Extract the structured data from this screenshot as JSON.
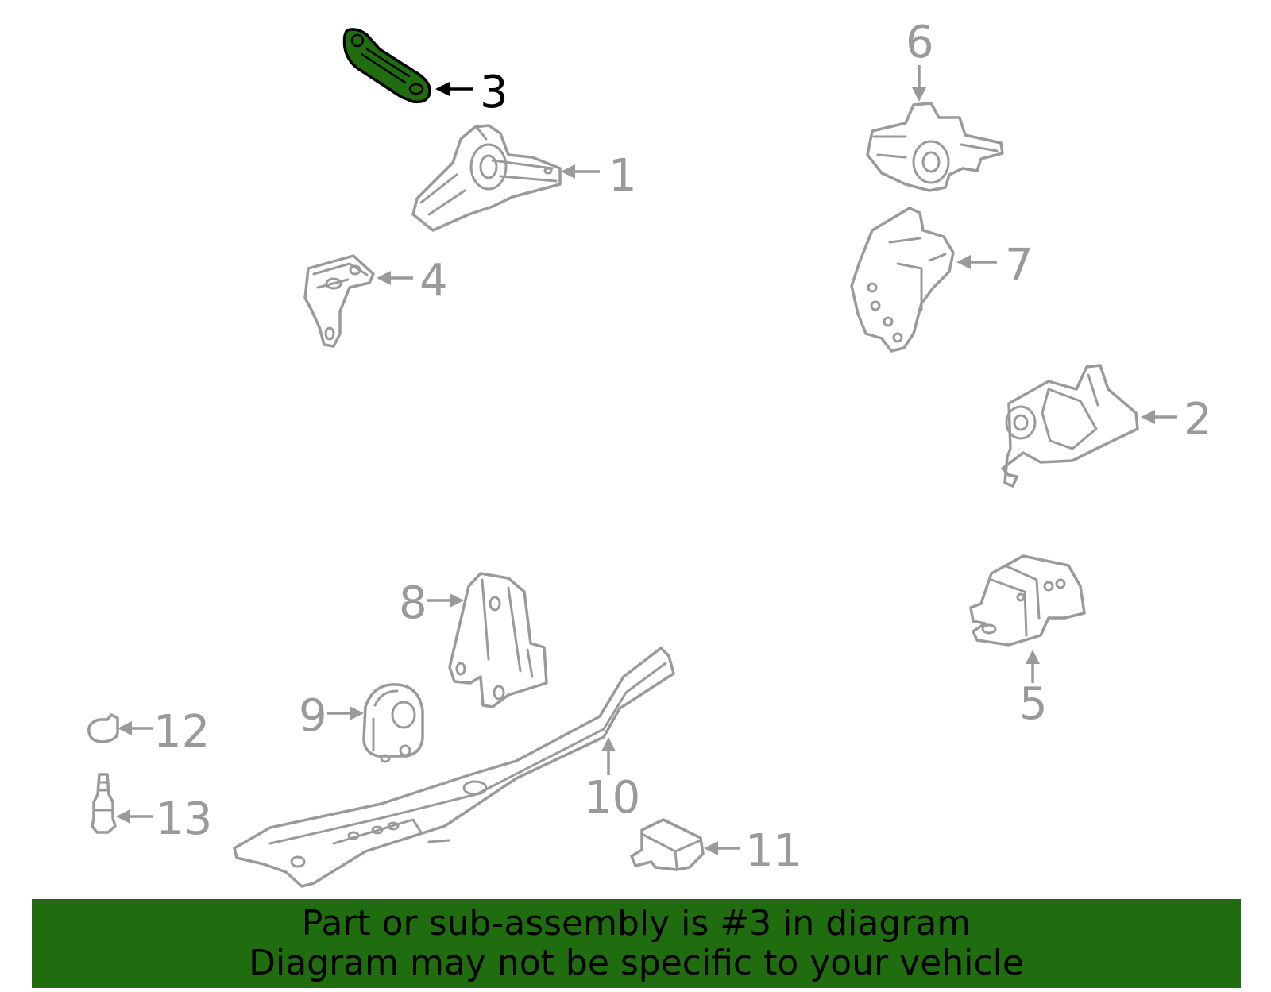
{
  "diagram": {
    "highlighted_part": "3",
    "highlight_color": "#1f6d0f",
    "callouts": [
      "1",
      "2",
      "3",
      "4",
      "5",
      "6",
      "7",
      "8",
      "9",
      "10",
      "11",
      "12",
      "13"
    ]
  },
  "banner": {
    "background_color": "#1f6d0f",
    "line1": "Part or sub-assembly is #3 in diagram",
    "line2": "Diagram may not be specific to your vehicle"
  }
}
